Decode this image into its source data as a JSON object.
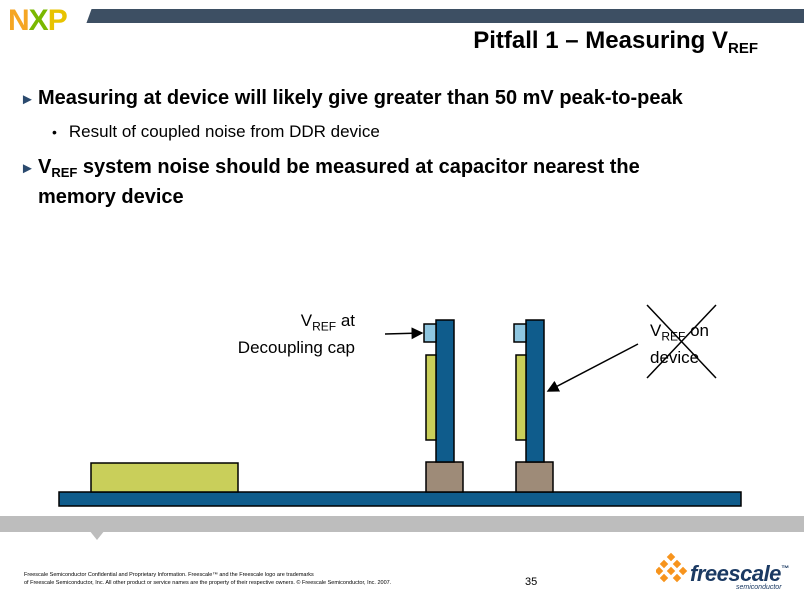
{
  "logo": {
    "letters": [
      "N",
      "X",
      "P"
    ]
  },
  "title": {
    "main": "Pitfall 1 – Measuring V",
    "sub": "REF"
  },
  "bullets": [
    {
      "text": "Measuring at device will likely give greater than 50 mV peak-to-peak"
    },
    {
      "sub_bullet": "Result of coupled noise from DDR device"
    },
    {
      "v": "V",
      "vsub": "REF",
      "rest": " system noise should be measured at capacitor nearest the",
      "line2": "memory device"
    }
  ],
  "diagram": {
    "label_cap": {
      "v": "V",
      "vsub": "REF",
      "rest": " at",
      "line2": "Decoupling cap"
    },
    "label_device": {
      "v": "V",
      "vsub": "REF",
      "rest": " on",
      "line2": "device"
    },
    "colors": {
      "board": "#0f5c8c",
      "chip": "#c9cf5a",
      "pad": "#9e8b78",
      "cap": "#8fc6e0"
    }
  },
  "footer": {
    "line1": "Freescale Semiconductor Confidential and Proprietary Information. Freescale™ and the Freescale logo are trademarks",
    "line2": "of Freescale Semiconductor, Inc. All other product or service names are the property of their respective owners. © Freescale Semiconductor, Inc. 2007.",
    "page": "35"
  },
  "brand": {
    "name": "freescale",
    "tm": "™",
    "tagline": "semiconductor"
  }
}
